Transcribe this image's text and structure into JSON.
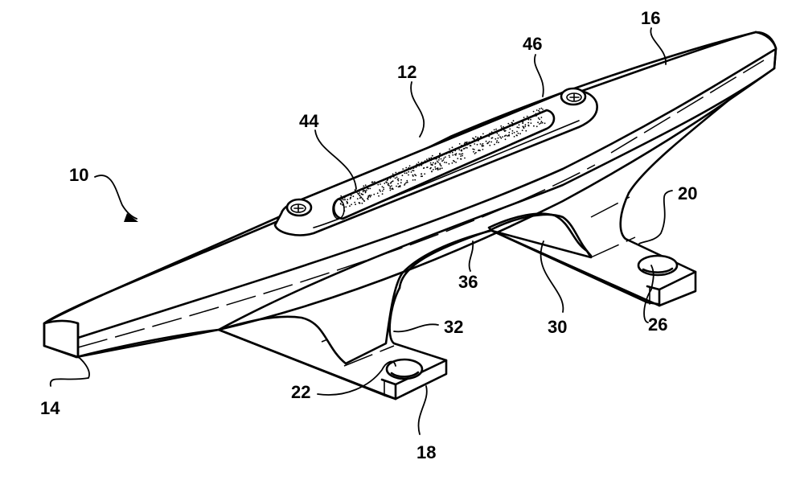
{
  "figure": {
    "subject": "cleat",
    "background_color": "#ffffff",
    "line_color": "#000000"
  },
  "labels": [
    {
      "id": "10",
      "text": "10",
      "target": "cleat-assembly"
    },
    {
      "id": "12",
      "text": "12",
      "target": "cleat-body-top"
    },
    {
      "id": "14",
      "text": "14",
      "target": "first-horn-end"
    },
    {
      "id": "16",
      "text": "16",
      "target": "second-horn-end"
    },
    {
      "id": "18",
      "text": "18",
      "target": "front-base-foot"
    },
    {
      "id": "20",
      "text": "20",
      "target": "rear-base-foot"
    },
    {
      "id": "22",
      "text": "22",
      "target": "front-mounting-hole"
    },
    {
      "id": "26",
      "text": "26",
      "target": "rear-mounting-hole"
    },
    {
      "id": "30",
      "text": "30",
      "target": "rear-leg"
    },
    {
      "id": "32",
      "text": "32",
      "target": "front-leg"
    },
    {
      "id": "36",
      "text": "36",
      "target": "underside-arch"
    },
    {
      "id": "44",
      "text": "44",
      "target": "light-strip"
    },
    {
      "id": "46",
      "text": "46",
      "target": "light-housing"
    }
  ]
}
